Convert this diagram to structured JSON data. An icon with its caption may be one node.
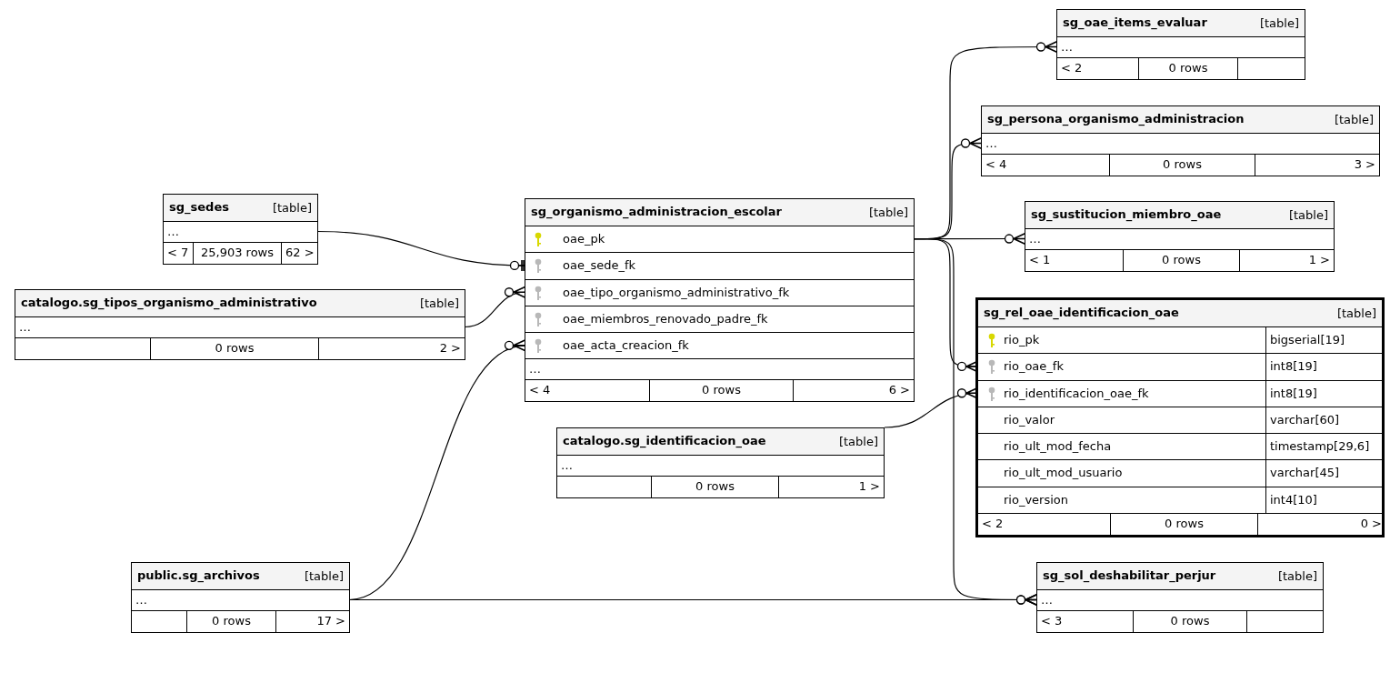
{
  "diagram": {
    "nodes": [
      {
        "text": [
          "sg_oae_items_evaluar",
          "[table]"
        ]
      },
      {
        "text": [
          "…"
        ],
        "in": 0
      },
      {
        "text": [
          "< 2",
          "0 rows"
        ],
        "in": 0
      },
      {
        "text": [
          "sg_persona_organismo_administracion",
          "[table]"
        ]
      },
      {
        "text": [
          "…"
        ],
        "in": 3
      },
      {
        "text": [
          "< 4",
          "0 rows",
          "3 >"
        ],
        "in": 3
      },
      {
        "text": [
          "sg_sedes",
          "[table]"
        ]
      },
      {
        "text": [
          "…"
        ],
        "in": 6
      },
      {
        "text": [
          "< 7",
          "25,903 rows",
          "62 >"
        ],
        "in": 6
      },
      {
        "text": [
          "sg_organismo_administracion_escolar",
          "[table]"
        ]
      },
      {
        "text": [
          "oae_pk"
        ],
        "in": 9
      },
      {
        "text": [
          "oae_sede_fk"
        ],
        "in": 9
      },
      {
        "text": [
          "oae_tipo_organismo_administrativo_fk"
        ],
        "in": 9
      },
      {
        "text": [
          "oae_miembros_renovado_padre_fk"
        ],
        "in": 9
      },
      {
        "text": [
          "oae_acta_creacion_fk"
        ],
        "in": 9
      },
      {
        "text": [
          "…"
        ],
        "in": 9
      },
      {
        "text": [
          "< 4",
          "0 rows",
          "6 >"
        ],
        "in": 9
      },
      {
        "text": [
          "sg_sustitucion_miembro_oae",
          "[table]"
        ]
      },
      {
        "text": [
          "…"
        ],
        "in": 17
      },
      {
        "text": [
          "< 1",
          "0 rows",
          "1 >"
        ],
        "in": 17
      },
      {
        "text": [
          "catalogo.sg_tipos_organismo_administrativo",
          "[table]"
        ]
      },
      {
        "text": [
          "…"
        ],
        "in": 20
      },
      {
        "text": [
          "0 rows",
          "2 >"
        ],
        "in": 20
      },
      {
        "text": [
          "sg_rel_oae_identificacion_oae",
          "[table]"
        ]
      },
      {
        "text": [
          "rio_pk",
          "bigserial[19]"
        ],
        "in": 23
      },
      {
        "text": [
          "rio_oae_fk",
          "int8[19]"
        ],
        "in": 23
      },
      {
        "text": [
          "rio_identificacion_oae_fk",
          "int8[19]"
        ],
        "in": 23
      },
      {
        "text": [
          "rio_valor",
          "varchar[60]"
        ],
        "in": 23
      },
      {
        "text": [
          "rio_ult_mod_fecha",
          "timestamp[29,6]"
        ],
        "in": 23
      },
      {
        "text": [
          "rio_ult_mod_usuario",
          "varchar[45]"
        ],
        "in": 23
      },
      {
        "text": [
          "rio_version",
          "int4[10]"
        ],
        "in": 23
      },
      {
        "text": [
          "< 2",
          "0 rows",
          "0 >"
        ],
        "in": 23
      },
      {
        "text": [
          "catalogo.sg_identificacion_oae",
          "[table]"
        ]
      },
      {
        "text": [
          "…"
        ],
        "in": 32
      },
      {
        "text": [
          "0 rows",
          "1 >"
        ],
        "in": 32
      },
      {
        "text": [
          "public.sg_archivos",
          "[table]"
        ]
      },
      {
        "text": [
          "…"
        ],
        "in": 35
      },
      {
        "text": [
          "0 rows",
          "17 >"
        ],
        "in": 35
      },
      {
        "text": [
          "sg_sol_deshabilitar_perjur",
          "[table]"
        ]
      },
      {
        "text": [
          "…"
        ],
        "in": 38
      },
      {
        "text": [
          "< 3",
          "0 rows"
        ],
        "in": 38
      }
    ],
    "edges": [
      {
        "from": 10,
        "to": 1,
        "arrow": "other"
      },
      {
        "from": 10,
        "to": 4,
        "arrow": "other"
      },
      {
        "from": 10,
        "to": 18,
        "arrow": "other"
      },
      {
        "from": 10,
        "to": 25,
        "arrow": "other"
      },
      {
        "from": 10,
        "to": 39,
        "arrow": "other"
      },
      {
        "from": 7,
        "to": 11,
        "arrow": "other"
      },
      {
        "from": 21,
        "to": 12,
        "arrow": "other"
      },
      {
        "from": 36,
        "to": 14,
        "arrow": "other"
      },
      {
        "from": 32,
        "to": 26,
        "arrow": "other"
      },
      {
        "from": 36,
        "to": 39,
        "arrow": "other"
      }
    ]
  }
}
